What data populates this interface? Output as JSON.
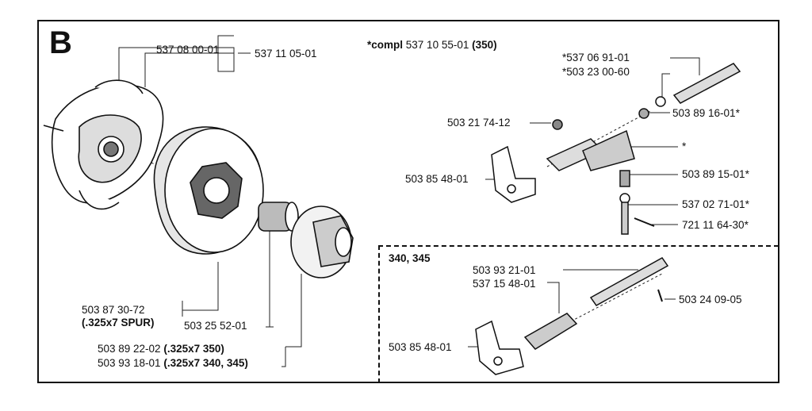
{
  "section": "B",
  "header_note": {
    "prefix": "*compl",
    "number": "537 10 55-01",
    "model": "(350)"
  },
  "variant_label": "340, 345",
  "labels": {
    "clutch_shoe_a": "537 08 00-01",
    "clutch_shoe_b": "537 11 05-01",
    "drum_number": "503 87 30-72",
    "drum_spec": "(.325x7 SPUR)",
    "bearing": "503 25 52-01",
    "sprocket_350_number": "503 89 22-02",
    "sprocket_350_spec": "(.325x7  350)",
    "sprocket_340_number": "503 93 18-01",
    "sprocket_340_spec": "(.325x7  340, 345)",
    "shaft_top_a": "*537 06 91-01",
    "shaft_top_b": "*503 23 00-60",
    "screw": "503 21 74-12",
    "spring_upper": "503 89 16-01*",
    "lever_asm": "*",
    "cam_upper": "503 85 48-01",
    "spring_lower": "503 89 15-01*",
    "pin_upper": "537 02 71-01*",
    "roll_pin": "721 11 64-30*",
    "variant_shaft": "503 93 21-01",
    "variant_sleeve": "537 15 48-01",
    "variant_pin": "503 24 09-05",
    "cam_lower": "503 85 48-01"
  }
}
